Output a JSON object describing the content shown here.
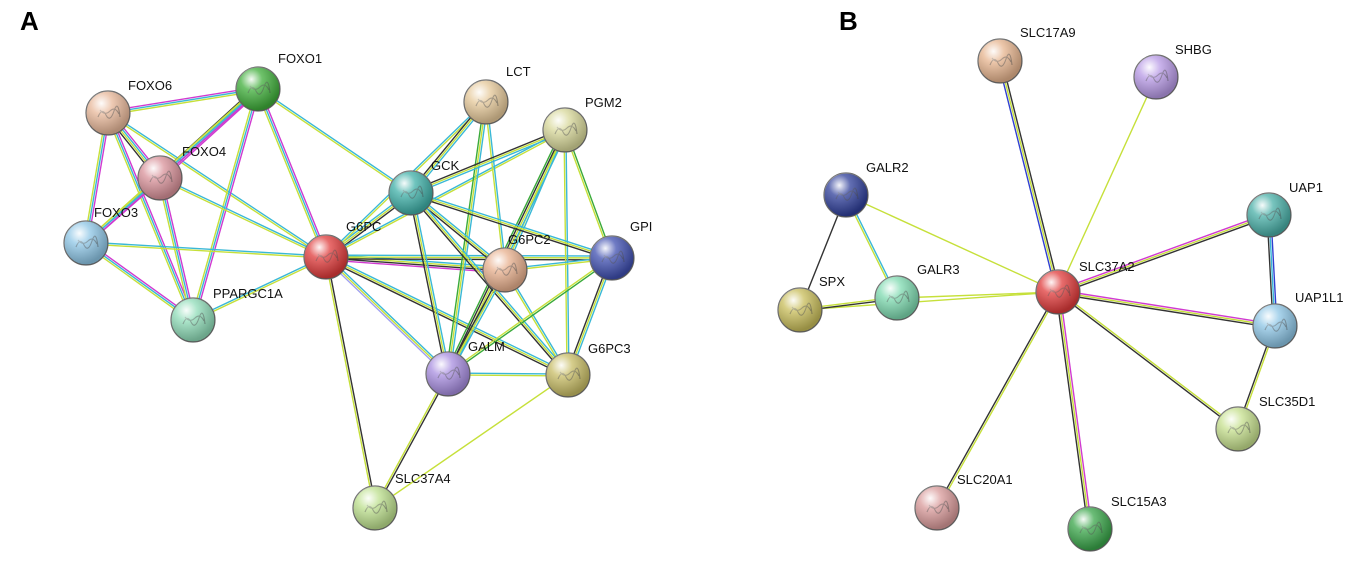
{
  "panels": [
    {
      "letter": "A",
      "nodes": [
        {
          "id": "FOXO6",
          "label": "FOXO6",
          "color": "#e8b89a"
        },
        {
          "id": "FOXO1",
          "label": "FOXO1",
          "color": "#3fae3a"
        },
        {
          "id": "FOXO4",
          "label": "FOXO4",
          "color": "#d9929a"
        },
        {
          "id": "FOXO3",
          "label": "FOXO3",
          "color": "#8ec6e6"
        },
        {
          "id": "PPARGC1A",
          "label": "PPARGC1A",
          "color": "#8fdcb8"
        },
        {
          "id": "G6PC",
          "label": "G6PC",
          "color": "#e03b3b"
        },
        {
          "id": "LCT",
          "label": "LCT",
          "color": "#e6c99a"
        },
        {
          "id": "PGM2",
          "label": "PGM2",
          "color": "#d8d89a"
        },
        {
          "id": "GCK",
          "label": "GCK",
          "color": "#3fb0a8"
        },
        {
          "id": "G6PC2",
          "label": "G6PC2",
          "color": "#e8b08e"
        },
        {
          "id": "GPI",
          "label": "GPI",
          "color": "#3f4fb0"
        },
        {
          "id": "GALM",
          "label": "GALM",
          "color": "#a88ee0"
        },
        {
          "id": "G6PC3",
          "label": "G6PC3",
          "color": "#c8bd66"
        },
        {
          "id": "SLC37A4",
          "label": "SLC37A4",
          "color": "#bde08e"
        }
      ],
      "edges": [
        {
          "from": "FOXO6",
          "to": "FOXO1",
          "colors": [
            "#d03ad0",
            "#3ab8d6",
            "#c6e03a"
          ]
        },
        {
          "from": "FOXO6",
          "to": "FOXO4",
          "colors": [
            "#d03ad0",
            "#3ab8d6",
            "#c6e03a",
            "#333333"
          ]
        },
        {
          "from": "FOXO6",
          "to": "FOXO3",
          "colors": [
            "#d03ad0",
            "#3ab8d6",
            "#c6e03a"
          ]
        },
        {
          "from": "FOXO6",
          "to": "PPARGC1A",
          "colors": [
            "#d03ad0",
            "#3ab8d6",
            "#c6e03a"
          ]
        },
        {
          "from": "FOXO6",
          "to": "G6PC",
          "colors": [
            "#3ab8d6",
            "#c6e03a"
          ]
        },
        {
          "from": "FOXO1",
          "to": "FOXO4",
          "colors": [
            "#d03ad0",
            "#3ab8d6",
            "#c6e03a",
            "#333333"
          ]
        },
        {
          "from": "FOXO1",
          "to": "FOXO3",
          "colors": [
            "#d03ad0",
            "#3ab8d6",
            "#c6e03a"
          ]
        },
        {
          "from": "FOXO1",
          "to": "PPARGC1A",
          "colors": [
            "#d03ad0",
            "#3ab8d6",
            "#c6e03a"
          ]
        },
        {
          "from": "FOXO1",
          "to": "G6PC",
          "colors": [
            "#d03ad0",
            "#3ab8d6",
            "#c6e03a"
          ]
        },
        {
          "from": "FOXO1",
          "to": "GCK",
          "colors": [
            "#3ab8d6",
            "#c6e03a"
          ]
        },
        {
          "from": "FOXO4",
          "to": "FOXO3",
          "colors": [
            "#d03ad0",
            "#3ab8d6",
            "#c6e03a"
          ]
        },
        {
          "from": "FOXO4",
          "to": "PPARGC1A",
          "colors": [
            "#d03ad0",
            "#3ab8d6",
            "#c6e03a"
          ]
        },
        {
          "from": "FOXO4",
          "to": "G6PC",
          "colors": [
            "#3ab8d6",
            "#c6e03a"
          ]
        },
        {
          "from": "FOXO3",
          "to": "PPARGC1A",
          "colors": [
            "#d03ad0",
            "#3ab8d6",
            "#c6e03a"
          ]
        },
        {
          "from": "FOXO3",
          "to": "G6PC",
          "colors": [
            "#3ab8d6",
            "#c6e03a"
          ]
        },
        {
          "from": "PPARGC1A",
          "to": "G6PC",
          "colors": [
            "#3ab8d6",
            "#c6e03a"
          ]
        },
        {
          "from": "G6PC",
          "to": "GCK",
          "colors": [
            "#3ab8d6",
            "#c6e03a",
            "#333333"
          ]
        },
        {
          "from": "G6PC",
          "to": "G6PC2",
          "colors": [
            "#3ab8d6",
            "#c6e03a",
            "#333333",
            "#d03ad0"
          ]
        },
        {
          "from": "G6PC",
          "to": "GPI",
          "colors": [
            "#3ab8d6",
            "#c6e03a",
            "#333333"
          ]
        },
        {
          "from": "G6PC",
          "to": "GALM",
          "colors": [
            "#3ab8d6",
            "#c6e03a",
            "#a0a0f0"
          ]
        },
        {
          "from": "G6PC",
          "to": "G6PC3",
          "colors": [
            "#3ab8d6",
            "#c6e03a",
            "#333333"
          ]
        },
        {
          "from": "G6PC",
          "to": "SLC37A4",
          "colors": [
            "#333333",
            "#c6e03a"
          ]
        },
        {
          "from": "G6PC",
          "to": "PGM2",
          "colors": [
            "#3ab8d6",
            "#c6e03a"
          ]
        },
        {
          "from": "G6PC",
          "to": "LCT",
          "colors": [
            "#3ab8d6",
            "#c6e03a"
          ]
        },
        {
          "from": "LCT",
          "to": "GCK",
          "colors": [
            "#3ab8d6",
            "#c6e03a",
            "#333333"
          ]
        },
        {
          "from": "LCT",
          "to": "G6PC2",
          "colors": [
            "#3ab8d6",
            "#c6e03a"
          ]
        },
        {
          "from": "LCT",
          "to": "GALM",
          "colors": [
            "#3ab8d6",
            "#c6e03a",
            "#3aaa3a"
          ]
        },
        {
          "from": "PGM2",
          "to": "GCK",
          "colors": [
            "#3ab8d6",
            "#c6e03a",
            "#333333"
          ]
        },
        {
          "from": "PGM2",
          "to": "G6PC2",
          "colors": [
            "#3ab8d6",
            "#c6e03a"
          ]
        },
        {
          "from": "PGM2",
          "to": "GALM",
          "colors": [
            "#3ab8d6",
            "#c6e03a",
            "#333333",
            "#3aaa3a"
          ]
        },
        {
          "from": "PGM2",
          "to": "GPI",
          "colors": [
            "#3aaa3a",
            "#c6e03a"
          ]
        },
        {
          "from": "PGM2",
          "to": "G6PC3",
          "colors": [
            "#3ab8d6",
            "#c6e03a"
          ]
        },
        {
          "from": "GCK",
          "to": "G6PC2",
          "colors": [
            "#3ab8d6",
            "#c6e03a",
            "#333333"
          ]
        },
        {
          "from": "GCK",
          "to": "GPI",
          "colors": [
            "#3ab8d6",
            "#c6e03a",
            "#333333"
          ]
        },
        {
          "from": "GCK",
          "to": "GALM",
          "colors": [
            "#3ab8d6",
            "#c6e03a",
            "#333333"
          ]
        },
        {
          "from": "GCK",
          "to": "G6PC3",
          "colors": [
            "#3ab8d6",
            "#c6e03a",
            "#333333"
          ]
        },
        {
          "from": "G6PC2",
          "to": "GPI",
          "colors": [
            "#3ab8d6",
            "#c6e03a"
          ]
        },
        {
          "from": "G6PC2",
          "to": "GALM",
          "colors": [
            "#3ab8d6",
            "#c6e03a",
            "#333333"
          ]
        },
        {
          "from": "G6PC2",
          "to": "G6PC3",
          "colors": [
            "#3ab8d6",
            "#c6e03a"
          ]
        },
        {
          "from": "GPI",
          "to": "GALM",
          "colors": [
            "#3aaa3a",
            "#c6e03a"
          ]
        },
        {
          "from": "GPI",
          "to": "G6PC3",
          "colors": [
            "#3ab8d6",
            "#c6e03a",
            "#333333"
          ]
        },
        {
          "from": "GALM",
          "to": "G6PC3",
          "colors": [
            "#3ab8d6",
            "#c6e03a"
          ]
        },
        {
          "from": "GALM",
          "to": "SLC37A4",
          "colors": [
            "#333333",
            "#c6e03a"
          ]
        },
        {
          "from": "G6PC3",
          "to": "SLC37A4",
          "colors": [
            "#c6e03a"
          ]
        }
      ]
    },
    {
      "letter": "B",
      "nodes": [
        {
          "id": "SLC17A9",
          "label": "SLC17A9",
          "color": "#e6b48e"
        },
        {
          "id": "SHBG",
          "label": "SHBG",
          "color": "#b89ae6"
        },
        {
          "id": "GALR2",
          "label": "GALR2",
          "color": "#2f3f9a"
        },
        {
          "id": "UAP1",
          "label": "UAP1",
          "color": "#4ab0a8"
        },
        {
          "id": "SLC37A2",
          "label": "SLC37A2",
          "color": "#e03b3b"
        },
        {
          "id": "SPX",
          "label": "SPX",
          "color": "#c8bd5a"
        },
        {
          "id": "GALR3",
          "label": "GALR3",
          "color": "#7edab0"
        },
        {
          "id": "UAP1L1",
          "label": "UAP1L1",
          "color": "#8ec6e6"
        },
        {
          "id": "SLC35D1",
          "label": "SLC35D1",
          "color": "#c6e08e"
        },
        {
          "id": "SLC20A1",
          "label": "SLC20A1",
          "color": "#d99a9a"
        },
        {
          "id": "SLC15A3",
          "label": "SLC15A3",
          "color": "#3aa64a"
        }
      ],
      "edges": [
        {
          "from": "SLC37A2",
          "to": "SLC17A9",
          "colors": [
            "#2f3fd0",
            "#c6e03a",
            "#333333"
          ]
        },
        {
          "from": "SLC37A2",
          "to": "SHBG",
          "colors": [
            "#c6e03a"
          ]
        },
        {
          "from": "SLC37A2",
          "to": "GALR2",
          "colors": [
            "#c6e03a"
          ]
        },
        {
          "from": "SLC37A2",
          "to": "GALR3",
          "colors": [
            "#c6e03a"
          ]
        },
        {
          "from": "SLC37A2",
          "to": "SPX",
          "colors": [
            "#c6e03a"
          ]
        },
        {
          "from": "SLC37A2",
          "to": "UAP1",
          "colors": [
            "#d03ad0",
            "#c6e03a",
            "#333333"
          ]
        },
        {
          "from": "SLC37A2",
          "to": "UAP1L1",
          "colors": [
            "#d03ad0",
            "#c6e03a",
            "#333333"
          ]
        },
        {
          "from": "SLC37A2",
          "to": "SLC35D1",
          "colors": [
            "#c6e03a",
            "#333333"
          ]
        },
        {
          "from": "SLC37A2",
          "to": "SLC20A1",
          "colors": [
            "#c6e03a",
            "#333333"
          ]
        },
        {
          "from": "SLC37A2",
          "to": "SLC15A3",
          "colors": [
            "#d03ad0",
            "#c6e03a",
            "#333333"
          ]
        },
        {
          "from": "GALR2",
          "to": "SPX",
          "colors": [
            "#333333"
          ]
        },
        {
          "from": "GALR2",
          "to": "GALR3",
          "colors": [
            "#3ab8d6",
            "#c6e03a"
          ]
        },
        {
          "from": "SPX",
          "to": "GALR3",
          "colors": [
            "#c6e03a",
            "#333333"
          ]
        },
        {
          "from": "UAP1",
          "to": "UAP1L1",
          "colors": [
            "#2f3fd0",
            "#3ab8d6",
            "#333333"
          ]
        },
        {
          "from": "UAP1L1",
          "to": "SLC35D1",
          "colors": [
            "#c6e03a",
            "#333333"
          ]
        }
      ]
    }
  ]
}
